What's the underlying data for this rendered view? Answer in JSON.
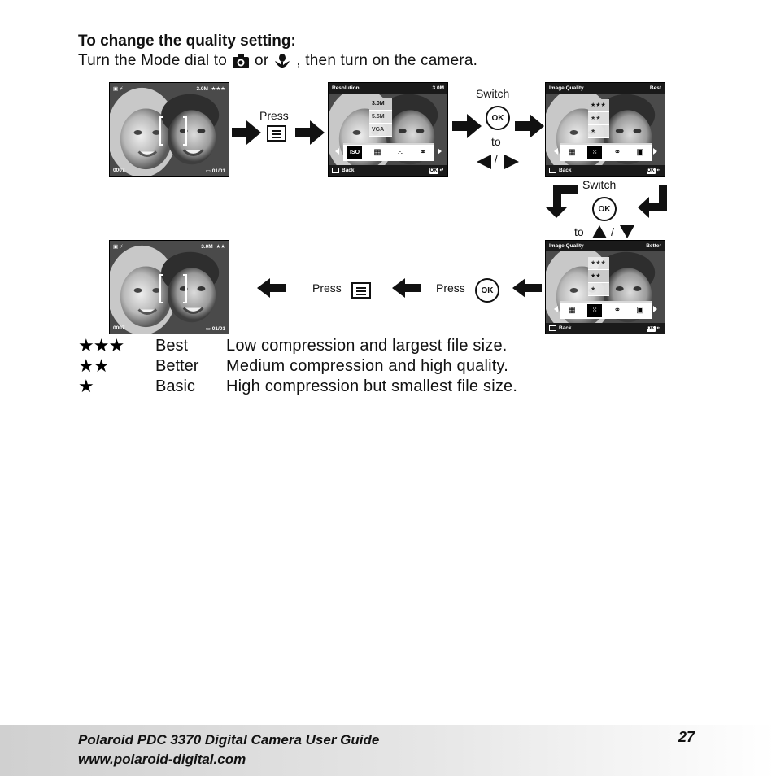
{
  "heading": "To change the quality setting:",
  "intro": {
    "part1": "Turn the Mode dial to",
    "part2": "or",
    "part3": ", then turn on the camera.",
    "icons": [
      "camera-icon",
      "macro-flower-icon"
    ]
  },
  "screens": {
    "s1": {
      "res": "3.0M",
      "quality": "★★★",
      "counter": "0007",
      "date": "01/01"
    },
    "s2": {
      "title": "Resolution",
      "value": "3.0M",
      "options": [
        "3.0M",
        "5.5M",
        "VGA"
      ],
      "iso": "ISO",
      "back": "Back",
      "ok": "OK"
    },
    "s3": {
      "title": "Image Quality",
      "value": "Best",
      "options": [
        "★★★",
        "★★",
        "★"
      ],
      "back": "Back",
      "ok": "OK"
    },
    "s4": {
      "title": "Image Quality",
      "value": "Better",
      "options": [
        "★★★",
        "★★",
        "★"
      ],
      "back": "Back",
      "ok": "OK"
    },
    "s5": {
      "res": "3.0M",
      "quality": "★★",
      "counter": "0007",
      "date": "01/01"
    }
  },
  "steps": {
    "press1": "Press",
    "switch1": "Switch",
    "to1": "to",
    "slash1": "/",
    "switch2": "Switch",
    "to2": "to",
    "slash2": "/",
    "press2": "Press",
    "press3": "Press",
    "ok_label": "OK"
  },
  "legend": [
    {
      "stars": "★★★",
      "name": "Best",
      "desc": "Low compression and largest file size."
    },
    {
      "stars": "★★",
      "name": "Better",
      "desc": "Medium compression and high quality."
    },
    {
      "stars": "★",
      "name": "Basic",
      "desc": "High compression but smallest file size."
    }
  ],
  "footer": {
    "title": "Polaroid PDC 3370 Digital Camera User Guide",
    "url": "www.polaroid-digital.com",
    "page": "27"
  }
}
